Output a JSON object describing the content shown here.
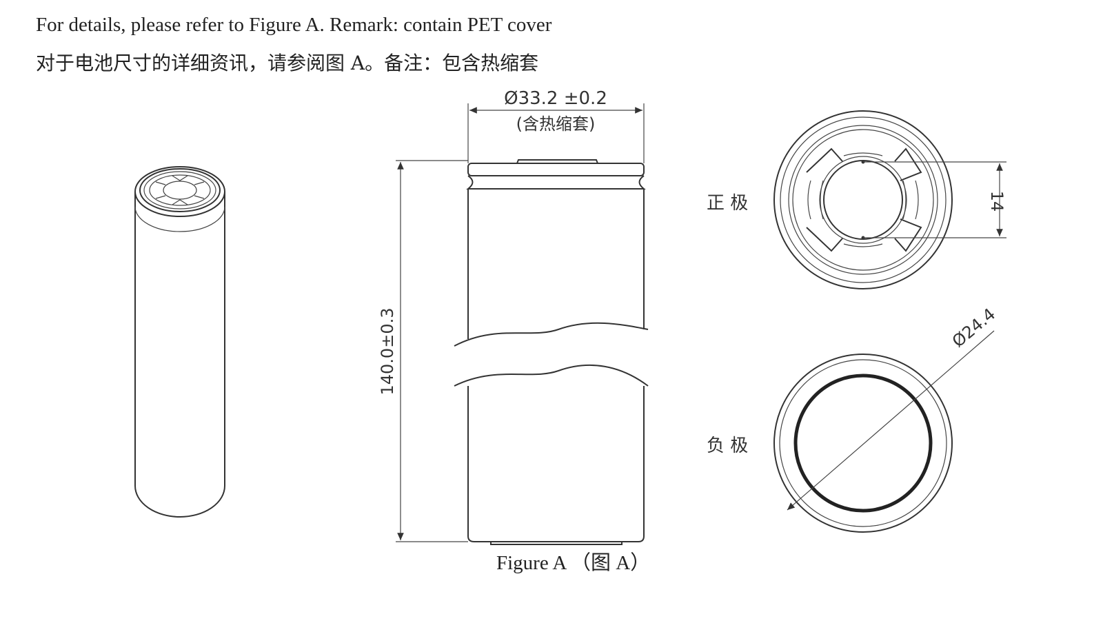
{
  "notes": {
    "english": "For details, please refer to Figure A. Remark: contain PET cover",
    "chinese": "对于电池尺寸的详细资讯，请参阅图 A。备注：包含热缩套"
  },
  "dimensions": {
    "diameter": "Ø33.2 ±0.2",
    "diameter_note": "(含热缩套)",
    "height": "140.0±0.3",
    "terminal_gap": "14",
    "negative_diameter": "Ø24.4"
  },
  "labels": {
    "positive": "正 极",
    "negative": "负 极"
  },
  "caption": "Figure A （图 A）"
}
